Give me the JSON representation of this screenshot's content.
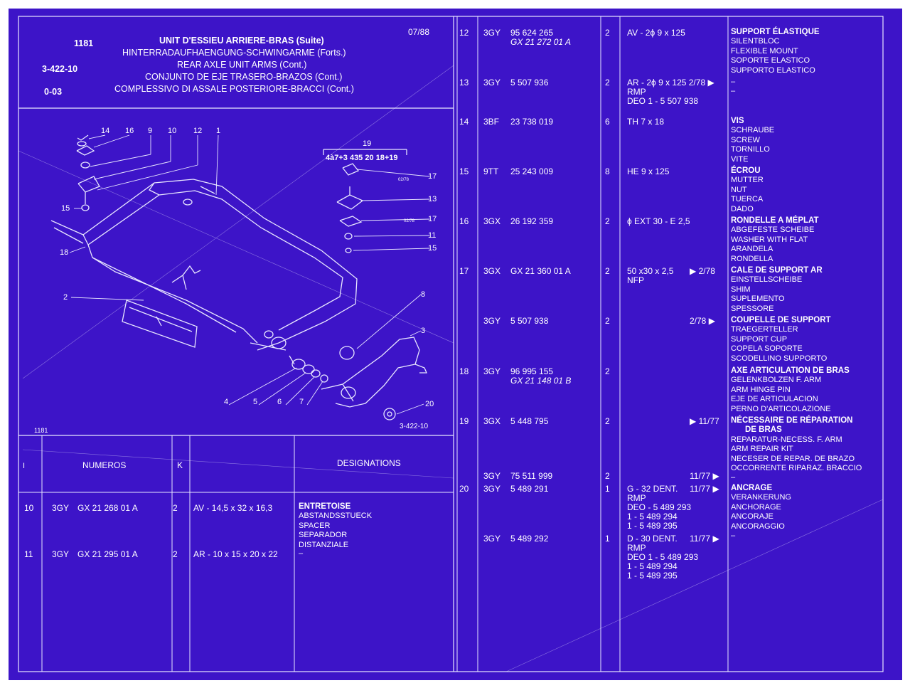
{
  "header": {
    "page_no": "1181",
    "ref": "3-422-10",
    "sub_ref": "0-03",
    "date": "07/88",
    "titles": [
      "UNIT D'ESSIEU ARRIERE-BRAS (Suite)",
      "HINTERRADAUFHAENGUNG-SCHWINGARME (Forts.)",
      "REAR AXLE UNIT ARMS (Cont.)",
      "CONJUNTO DE EJE TRASERO-BRAZOS (Cont.)",
      "COMPLESSIVO DI ASSALE POSTERIORE-BRACCI (Cont.)"
    ]
  },
  "diagram": {
    "callouts": [
      "14",
      "16",
      "9",
      "10",
      "12",
      "1",
      "15",
      "18",
      "2",
      "4",
      "5",
      "6",
      "7",
      "8",
      "3",
      "20",
      "17",
      "13",
      "17",
      "11",
      "15"
    ],
    "kit_no": "19",
    "kit_text": "4à7+3 435 20 18+19",
    "small_notes": [
      "02/78",
      "02/78"
    ],
    "footer_left": "1181",
    "footer_right": "3-422-10"
  },
  "left_table": {
    "headers": {
      "c0": "I",
      "numeros": "NUMEROS",
      "k": "K",
      "designations": "DESIGNATIONS"
    },
    "rows": [
      {
        "item": "10",
        "ref": "3GY",
        "part": "GX 21 268 01 A",
        "qty": "2",
        "spec": "AV - 14,5 x 32 x 16,3",
        "desc": [
          "ENTRETOISE",
          "ABSTANDSSTUECK",
          "SPACER",
          "SEPARADOR",
          "DISTANZIALE"
        ]
      },
      {
        "item": "11",
        "ref": "3GY",
        "part": "GX 21 295 01 A",
        "qty": "2",
        "spec": "AR - 10 x 15 x 20 x 22",
        "desc": [
          "–"
        ]
      }
    ]
  },
  "right_table": {
    "rows": [
      {
        "item": "12",
        "ref": "3GY",
        "part": "95 624 265",
        "alt": "GX 21 272 01 A",
        "qty": "2",
        "spec": [
          "AV - 2ϕ 9 x 125"
        ],
        "date": "",
        "desc": [
          "SUPPORT ÉLASTIQUE",
          "SILENTBLOC",
          "FLEXIBLE MOUNT",
          "SOPORTE ELASTICO",
          "SUPPORTO ELASTICO"
        ]
      },
      {
        "item": "13",
        "ref": "3GY",
        "part": "5 507 936",
        "alt": "",
        "qty": "2",
        "spec": [
          "AR - 2ϕ 9 x 125  2/78 ▶",
          "RMP",
          "DEO 1 - 5 507 938"
        ],
        "date": "",
        "desc": [
          "–",
          "–"
        ]
      },
      {
        "item": "14",
        "ref": "3BF",
        "part": "23 738 019",
        "alt": "",
        "qty": "6",
        "spec": [
          "TH 7 x 18"
        ],
        "date": "",
        "desc": [
          "VIS",
          "SCHRAUBE",
          "SCREW",
          "TORNILLO",
          "VITE"
        ]
      },
      {
        "item": "15",
        "ref": "9TT",
        "part": "25 243 009",
        "alt": "",
        "qty": "8",
        "spec": [
          "HE 9 x 125"
        ],
        "date": "",
        "desc": [
          "ÉCROU",
          "MUTTER",
          "NUT",
          "TUERCA",
          "DADO"
        ]
      },
      {
        "item": "16",
        "ref": "3GX",
        "part": "26 192 359",
        "alt": "",
        "qty": "2",
        "spec": [
          "ϕ EXT 30 - E 2,5"
        ],
        "date": "",
        "desc": [
          "RONDELLE A MÉPLAT",
          "ABGEFESTE SCHEIBE",
          "WASHER WITH FLAT",
          "ARANDELA",
          "RONDELLA"
        ]
      },
      {
        "item": "17",
        "ref": "3GX",
        "part": "GX 21 360 01 A",
        "alt": "",
        "qty": "2",
        "spec": [
          "50 x30 x 2,5",
          "NFP"
        ],
        "date": "▶ 2/78",
        "desc": [
          "CALE DE SUPPORT AR",
          "EINSTELLSCHEIBE",
          "SHIM",
          "SUPLEMENTO",
          "SPESSORE"
        ]
      },
      {
        "item": "",
        "ref": "3GY",
        "part": "5 507 938",
        "alt": "",
        "qty": "2",
        "spec": [],
        "date": "2/78 ▶",
        "desc": [
          "COUPELLE DE SUPPORT",
          "TRAEGERTELLER",
          "SUPPORT CUP",
          "COPELA SOPORTE",
          "SCODELLINO SUPPORTO"
        ]
      },
      {
        "item": "18",
        "ref": "3GY",
        "part": "96 995 155",
        "alt": "GX 21 148 01 B",
        "qty": "2",
        "spec": [],
        "date": "",
        "desc": [
          "AXE ARTICULATION DE BRAS",
          "GELENKBOLZEN F. ARM",
          "ARM HINGE PIN",
          "EJE DE ARTICULACION",
          "PERNO D'ARTICOLAZIONE"
        ]
      },
      {
        "item": "19",
        "ref": "3GX",
        "part": "5 448 795",
        "alt": "",
        "qty": "2",
        "spec": [],
        "date": "▶ 11/77",
        "desc": [
          "NÉCESSAIRE DE RÉPARATION",
          "DE BRAS",
          "REPARATUR-NECESS. F. ARM",
          "ARM REPAIR KIT",
          "NECESER DE REPAR. DE BRAZO",
          "OCCORRENTE RIPARAZ. BRACCIO",
          "–"
        ]
      },
      {
        "item": "",
        "ref": "3GY",
        "part": "75 511 999",
        "alt": "",
        "qty": "2",
        "spec": [],
        "date": "11/77 ▶",
        "desc": []
      },
      {
        "item": "20",
        "ref": "3GY",
        "part": "5 489 291",
        "alt": "",
        "qty": "1",
        "spec": [
          "G - 32 DENT.",
          "RMP",
          "DEO - 5 489 293",
          "1 - 5 489 294",
          "1 - 5 489 295"
        ],
        "date": "11/77 ▶",
        "desc": [
          "ANCRAGE",
          "VERANKERUNG",
          "ANCHORAGE",
          "ANCORAJE",
          "ANCORAGGIO",
          "–"
        ]
      },
      {
        "item": "",
        "ref": "3GY",
        "part": "5 489 292",
        "alt": "",
        "qty": "1",
        "spec": [
          "D - 30 DENT.",
          "RMP",
          "DEO 1 - 5 489 293",
          "1 - 5 489 294",
          "1 - 5 489 295"
        ],
        "date": "11/77 ▶",
        "desc": []
      }
    ]
  },
  "colors": {
    "background": "#3d14c8",
    "ink": "#ffffff"
  }
}
